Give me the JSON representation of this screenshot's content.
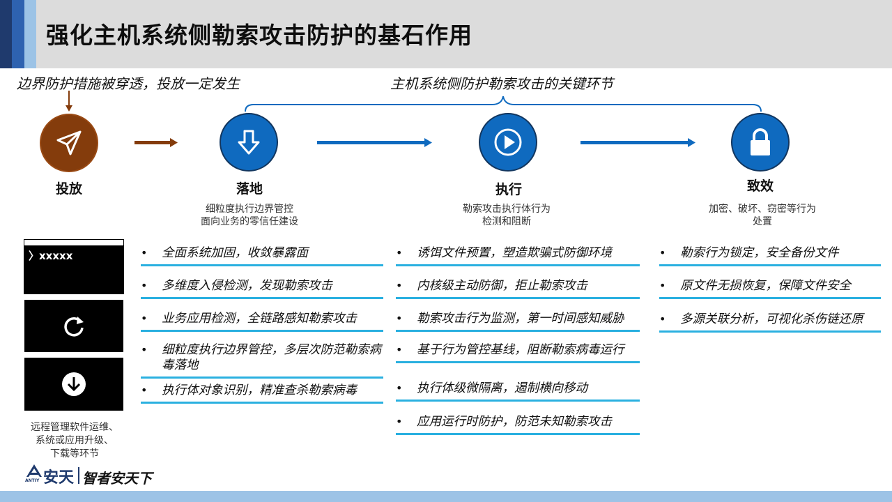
{
  "title": "强化主机系统侧勒索攻击防护的基石作用",
  "captions": {
    "left": "边界防护措施被穿透，投放一定发生",
    "right": "主机系统侧防护勒索攻击的关键环节"
  },
  "stages": [
    {
      "name": "投放",
      "icon": "paper-plane-icon",
      "color": "#843c0c"
    },
    {
      "name": "落地",
      "icon": "download-arrow-icon",
      "desc_line1": "细粒度执行边界管控",
      "desc_line2": "面向业务的零信任建设",
      "color": "#0f6abf"
    },
    {
      "name": "执行",
      "icon": "play-icon",
      "desc_line1": "勒索攻击执行体行为",
      "desc_line2": "检测和阻断",
      "color": "#0f6abf"
    },
    {
      "name": "致效",
      "icon": "lock-icon",
      "desc_line1": "加密、破坏、窃密等行为",
      "desc_line2": "处置",
      "color": "#0f6abf"
    }
  ],
  "left_panel": {
    "terminal_text": "〉xxxxx",
    "note_line1": "远程管理软件运维、",
    "note_line2": "系统或应用升级、",
    "note_line3": "下载等环节"
  },
  "columns": {
    "landing": [
      "全面系统加固，收敛暴露面",
      "多维度入侵检测，发现勒索攻击",
      "业务应用检测，全链路感知勒索攻击",
      "细粒度执行边界管控，多层次防范勒索病毒落地",
      "执行体对象识别，精准查杀勒索病毒"
    ],
    "execution": [
      "诱饵文件预置，塑造欺骗式防御环境",
      "内核级主动防御，拒止勒索攻击",
      "勒索攻击行为监测，第一时间感知威胁",
      "基于行为管控基线，阻断勒索病毒运行",
      "执行体级微隔离，遏制横向移动",
      "应用运行时防护，防范未知勒索攻击"
    ],
    "effect": [
      "勒索行为锁定，安全备份文件",
      "原文件无损恢复，保障文件安全",
      "多源关联分析，可视化杀伤链还原"
    ]
  },
  "logo": {
    "brand": "安天",
    "brand_en": "ANTIY",
    "slogan": "智者安天下"
  },
  "colors": {
    "brown": "#843c0c",
    "blue": "#0f6abf",
    "underline": "#2ab0e0",
    "header_bg": "#dcdcdc"
  }
}
